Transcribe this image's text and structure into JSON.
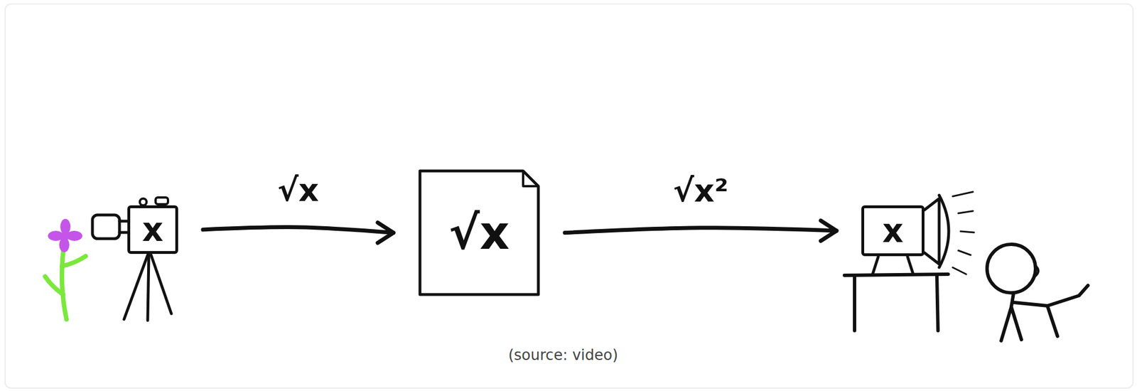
{
  "diagram": {
    "caption": "(source: video)",
    "nodes": [
      {
        "text": [
          "x"
        ]
      },
      {
        "text": [
          "√x"
        ]
      },
      {
        "text": [
          "x"
        ]
      }
    ],
    "edges": [
      {
        "from": 0,
        "to": 1,
        "label": "√x",
        "arrow": "to"
      },
      {
        "from": 1,
        "to": 2,
        "label": "√x²",
        "arrow": "to"
      }
    ]
  }
}
